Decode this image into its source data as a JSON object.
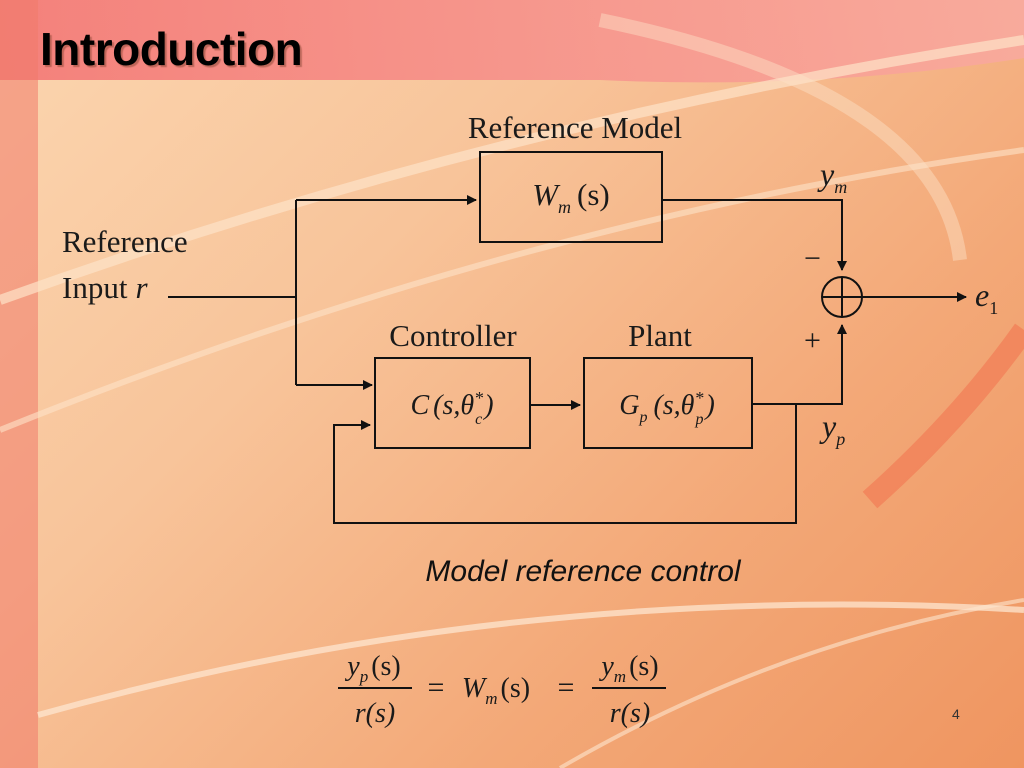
{
  "slide": {
    "title": "Introduction",
    "caption": "Model reference control",
    "page_number": "4"
  },
  "diagram": {
    "reference_model_label": "Reference Model",
    "reference_model_tf": "W",
    "reference_model_tf_sub": "m",
    "reference_model_tf_arg": "(s)",
    "controller_label": "Controller",
    "controller_tf": "C",
    "controller_tf_args": "(s,θ",
    "controller_tf_sub": "c",
    "controller_tf_sup": "*",
    "controller_tf_close": ")",
    "plant_label": "Plant",
    "plant_tf": "G",
    "plant_tf_sub": "p",
    "plant_tf_args": "(s,θ",
    "plant_tf_sub2": "p",
    "plant_tf_sup": "*",
    "plant_tf_close": ")",
    "input_label_line1": "Reference",
    "input_label_line2": "Input",
    "input_symbol": "r",
    "ym_label": "y",
    "ym_sub": "m",
    "yp_label": "y",
    "yp_sub": "p",
    "minus_sign": "−",
    "plus_sign": "+",
    "error_label": "e",
    "error_sub": "1"
  },
  "equation": {
    "lhs_num": "y",
    "lhs_num_sub": "p",
    "lhs_num_arg": "(s)",
    "lhs_den": "r(s)",
    "equals": "=",
    "mid": "W",
    "mid_sub": "m",
    "mid_arg": "(s)",
    "rhs_num": "y",
    "rhs_num_sub": "m",
    "rhs_num_arg": "(s)",
    "rhs_den": "r(s)"
  },
  "colors": {
    "background_light": "#fbd6b0",
    "background_dark": "#ef9560",
    "title_band": "#f47a7a",
    "ink": "#1a1a1a"
  }
}
